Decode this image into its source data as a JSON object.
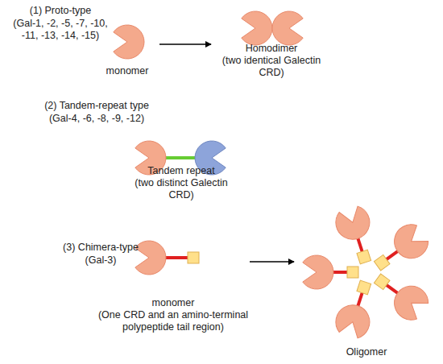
{
  "diagram": {
    "nodes": [
      {
        "text": [
          "monomer"
        ]
      },
      {
        "text": [
          "Homodimer",
          "(two identical Galectin CRD)"
        ]
      },
      {
        "text": [
          "Tandem repeat",
          "(two distinct Galectin CRD)"
        ]
      },
      {
        "text": [
          "monomer",
          "(One CRD and an amino-terminal polypeptide tail region)"
        ]
      },
      {
        "text": [
          "Oligomer"
        ]
      }
    ],
    "edges": [
      {
        "from": 0,
        "to": 1,
        "arrow": "to"
      },
      {
        "from": 3,
        "to": 4,
        "arrow": "to"
      }
    ],
    "labels": [
      "(1) Proto-type",
      "(Gal-1, -2, -5, -7, -10, -11, -13, -14, -15)",
      "(2) Tandem-repeat type",
      "(Gal-4, -6, -8, -9, -12)",
      "(3) Chimera-type",
      "(Gal-3)"
    ]
  }
}
